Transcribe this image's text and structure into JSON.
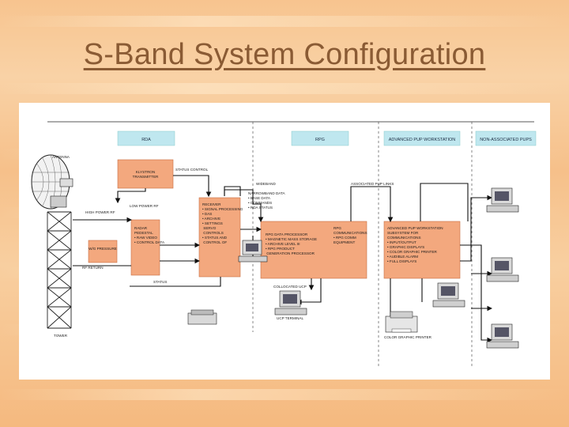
{
  "slide": {
    "title": "S-Band System Configuration",
    "background_color": "#f8c896",
    "title_color": "#8a5b34"
  },
  "diagram": {
    "headers": {
      "rda": "RDA",
      "rpg": "RPG",
      "advanced_workstation": "ADVANCED PUP WORKSTATION",
      "non_associated": "NON-ASSOCIATED PUPS"
    },
    "labels": {
      "antenna": "ANTENNA",
      "tower": "TOWER",
      "status_control": "STATUS CONTROL",
      "wideband": "WIDEBAND",
      "associated_pup_links": "ASSOCIATED PUP LINKS",
      "high_power_rf": "HIGH POWER RF",
      "low_power_rf": "LOW POWER RF",
      "waveguide_pressure": "W/G PRESSURE",
      "rf_return": "RF RETURN",
      "status": "STATUS",
      "status_lines": "NARROWBAND DATA\n• BASE DATA\n• COMMANDS\n• RDA STATUS",
      "colocated_ucp": "COLLOCATED UCP",
      "ucp_terminal": "UCP TERMINAL",
      "color_graphic_printer_caption": "COLOR GRAPHIC PRINTER"
    },
    "blocks": {
      "transmitter": "KLYSTRON\nTRANSMITTER",
      "receiver_lines": "RECEIVER\n• SIGNAL PROCESSING\n• DAS\n• ARCHIVE\n• SETTINGS\n  SERVO\n  CONTROLS\n• STATUS AND\n  CONTROL OF",
      "radar_lines": "RADAR\nPEDESTAL\n• RAW VIDEO\n• CONTROL DATA",
      "rpg_processor_lines": "RPG DATA PROCESSOR\n• MAGNETIC MASS STORAGE\n• ARCHIVE LEVEL III\n• RPG PRODUCT\n  GENERATION PROCESSOR",
      "rpg_comm_lines": "RPG\nCOMMUNICATIONS\n• RPG COMM\nEQUIPMENT",
      "workstation_lines": "ADVANCED PUP WORKSTATION\nSUBSYSTEM FOR\nCOMMUNICATIONS\n• INPUT/OUTPUT\n• GRAPHIC DISPLAYS\n• COLOR GRAPHIC PRINTER\n• AUDIBLE ALARM\n• FULL DISPLAYS"
    }
  }
}
